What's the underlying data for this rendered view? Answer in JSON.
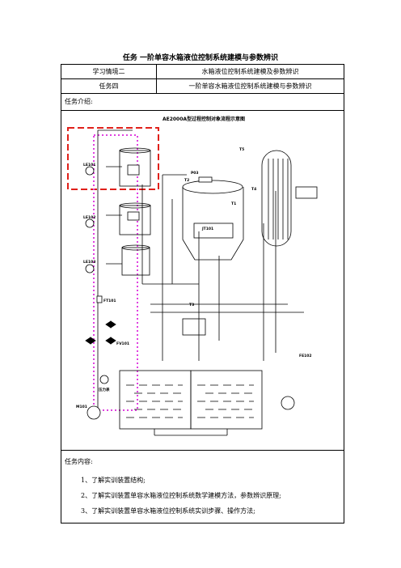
{
  "doc": {
    "title": "任务  一阶单容水箱液位控制系统建模与参数辨识",
    "rows": [
      {
        "label": "学习情境二",
        "value": "水箱液位控制系统建模及参数辨识"
      },
      {
        "label": "任务四",
        "value": "一阶单容水箱液位控制系统建模与参数辨识"
      }
    ],
    "intro_label": "任务介绍:",
    "content_label": "任务内容:",
    "items": [
      "1、了解实训装置结构;",
      "2、了解实训装置单容水箱液位控制系统数学建模方法，参数辨识原理;",
      "3、了解实训装置单容水箱液位控制系统实训步骤、操作方法;"
    ]
  },
  "diagram": {
    "title": "AE2000A型过程控制对象流程示意图",
    "labels": {
      "lt101": "LE101",
      "lt102": "LE102",
      "lt103": "LE103",
      "t5": "T5",
      "t2": "T2",
      "t1": "T1",
      "t4": "T4",
      "t3": "T3",
      "p03": "P03",
      "jt101": "JT101",
      "ft101": "FT101",
      "fv101": "FV101",
      "ft102": "FE102",
      "pressure": "压力表",
      "m101": "M101"
    }
  },
  "colors": {
    "red": "#e0201a",
    "magenta": "#e040e0"
  }
}
